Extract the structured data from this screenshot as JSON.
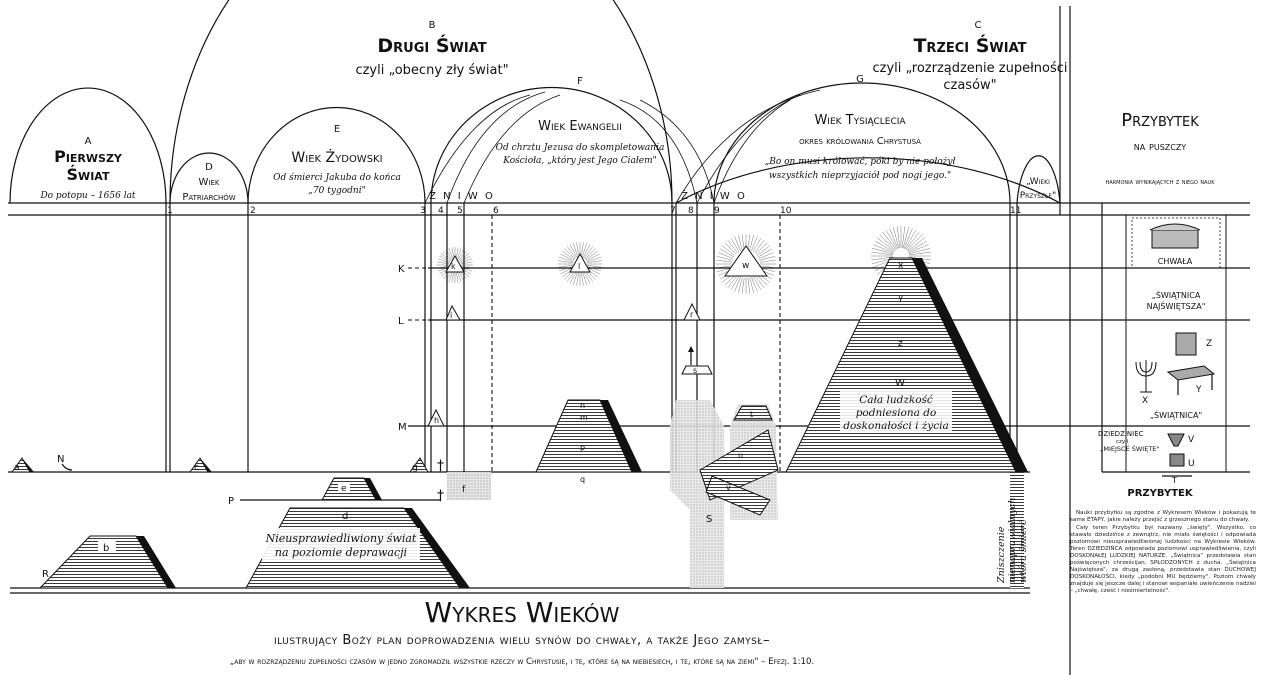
{
  "ages": {
    "A": {
      "letter": "A",
      "title_line1": "Pierwszy",
      "title_line2": "Świat",
      "subtitle": "Do potopu – 1656 lat"
    },
    "B": {
      "letter": "B",
      "title": "Drugi Świat",
      "subtitle": "czyli „obecny zły świat\""
    },
    "C": {
      "letter": "C",
      "title": "Trzeci Świat",
      "subtitle_line1": "czyli „rozrządzenie zupełności",
      "subtitle_line2": "czasów\""
    },
    "D": {
      "letter": "D",
      "title_line1": "Wiek",
      "title_line2": "Patriarchów"
    },
    "E": {
      "letter": "E",
      "title": "Wiek Żydowski",
      "subtitle_line1": "Od śmierci Jakuba do końca",
      "subtitle_line2": "„70 tygodni\""
    },
    "F": {
      "letter": "F",
      "title": "Wiek Ewangelii",
      "subtitle_line1": "Od chrztu Jezusa do skompletowania",
      "subtitle_line2": "Kościoła, „który jest Jego Ciałem\""
    },
    "G": {
      "letter": "G",
      "title": "Wiek Tysiąclecia",
      "subtitle": "okres królowania Chrystusa",
      "quote_line1": "„Bo on musi królować, póki by nie położył",
      "quote_line2": "wszystkich nieprzyjaciół pod nogi jego.\""
    },
    "future": {
      "line1": "„Wieki",
      "line2": "Przyszłe\""
    }
  },
  "harvest_1": "Ż N I W O",
  "harvest_2": "Ż N I W O",
  "divisions": [
    "1",
    "2",
    "3",
    "4",
    "5",
    "6",
    "7",
    "8",
    "9",
    "10",
    "11"
  ],
  "planes": {
    "K": "K",
    "L": "L",
    "M": "M",
    "N": "N",
    "P": "P",
    "R": "R"
  },
  "figures": {
    "a": "a",
    "b": "b",
    "c": "c",
    "d": "d",
    "e": "e",
    "f": "f",
    "g": "g",
    "h": "h",
    "i": "i",
    "k": "k",
    "l": "l",
    "m": "m",
    "n": "n",
    "p": "p",
    "q": "q",
    "r": "r",
    "s": "s",
    "t": "t",
    "u": "u",
    "v": "v",
    "S": "S",
    "w": "w",
    "x": "x",
    "y": "y",
    "z": "z",
    "W": "W"
  },
  "pyramid_texts": {
    "d_line1": "Nieusprawiedliwiony świat",
    "d_line2": "na poziomie deprawacji",
    "W_line1": "Cała ludzkość",
    "W_line2": "podniesiona do",
    "W_line3": "doskonałości i życia",
    "destroy_line1": "Zniszczenie",
    "destroy_line2": "nienaprawialnych",
    "destroy_line3": "wtóra śmierć"
  },
  "title": {
    "main": "Wykres Wieków",
    "sub": "ilustrujący Boży plan doprowadzenia wielu synów do chwały, a także Jego zamysł–",
    "verse": "„aby w rozrządzeniu zupełności czasów w jedno zgromadził wszystkie rzeczy w Chrystusie, i te, które są na niebiesiech, i te, które są na ziemi\" – Efezj. 1:10."
  },
  "tabernacle": {
    "title": "Przybytek",
    "subtitle": "na puszczy",
    "harmony": "harmonia wynikających z niego nauk",
    "glory": "CHWAŁA",
    "holiest_line1": "„ŚWIĄTNICA",
    "holiest_line2": "NAJŚWIĘTSZA\"",
    "holy": "„ŚWIĄTNICA\"",
    "court_line1": "DZIEDZINIEC",
    "court_line2": "czyli",
    "court_line3": "„MIEJSCE ŚWIĘTE\"",
    "letters": {
      "X": "X",
      "Y": "Y",
      "Z": "Z",
      "V": "V",
      "U": "U",
      "T": "T"
    },
    "caption": "PRZYBYTEK",
    "paragraphs": [
      "Nauki przybytku są zgodne z Wykresem Wieków i pokazują te same ETAPY, jakie należy przejść z grzesznego stanu do chwały.",
      "Cały teren Przybytku był nazwany „święty\". Wszystko, co stawało dziedzińce z zewnątrz, nie miało świętości i odpowiada poziomowi nieusprawiedliwionej ludzkości na Wykresie Wieków. Teren DZIEDZIŃCA odpowiada poziomowi usprawiedliwienia, czyli DOSKONAŁEJ LUDZKIEJ NATURZE. „Świątnica\" przedstawia stan poświęconych chrześcijan, SPŁODZONYCH z ducha. „Świątnica Najświętsza\", za drugą zasłoną, przedstawia stan DUCHOWEJ DOSKONAŁOŚCI, kiedy „podobni MU będziemy\". Poziom chwały znajduje się jeszcze dalej i stanowi wspaniałe uwieńczenie nadziei – „chwałę, cześć i nieśmiertelność\"."
    ]
  }
}
